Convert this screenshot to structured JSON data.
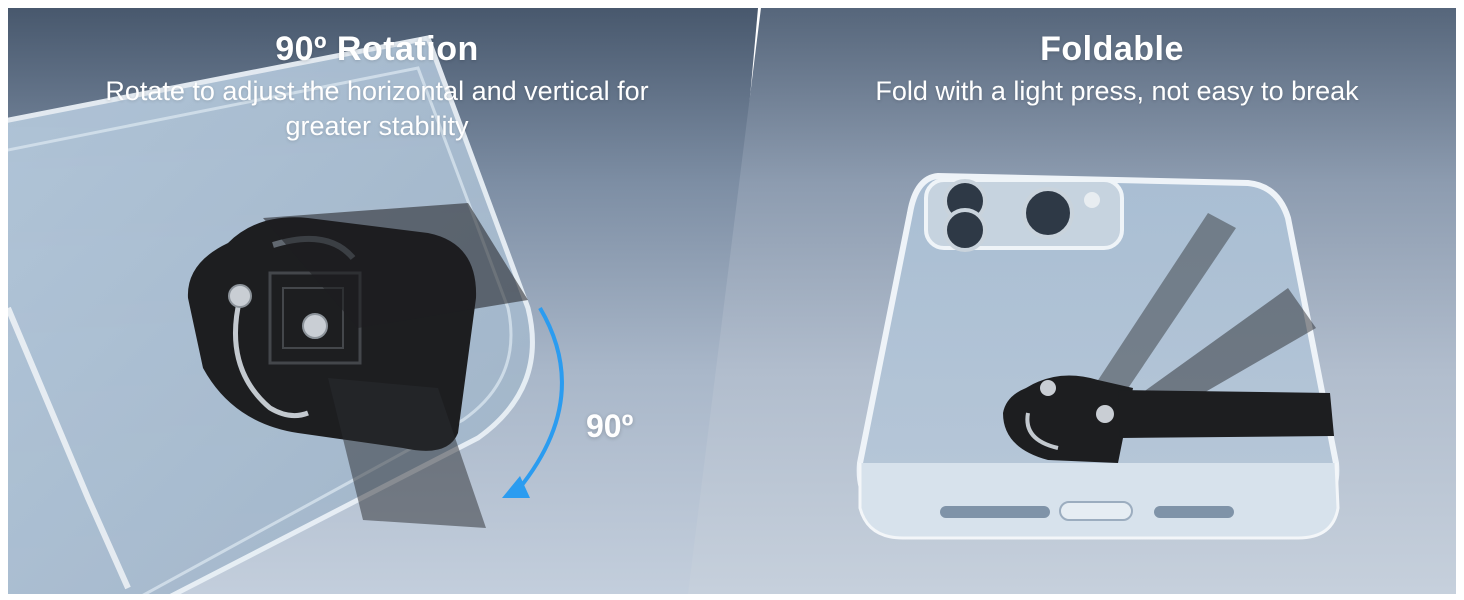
{
  "panels": {
    "rotation": {
      "title": "90º Rotation",
      "description": "Rotate to adjust the horizontal and vertical for greater stability",
      "angle_label": "90º"
    },
    "foldable": {
      "title": "Foldable",
      "description": "Fold with a light press, not easy to break"
    }
  },
  "colors": {
    "arrow": "#2b9cf0",
    "text": "#ffffff",
    "stand": "#1d1e20"
  },
  "icons": {
    "rotation_arrow": "curved-arrow-icon"
  }
}
